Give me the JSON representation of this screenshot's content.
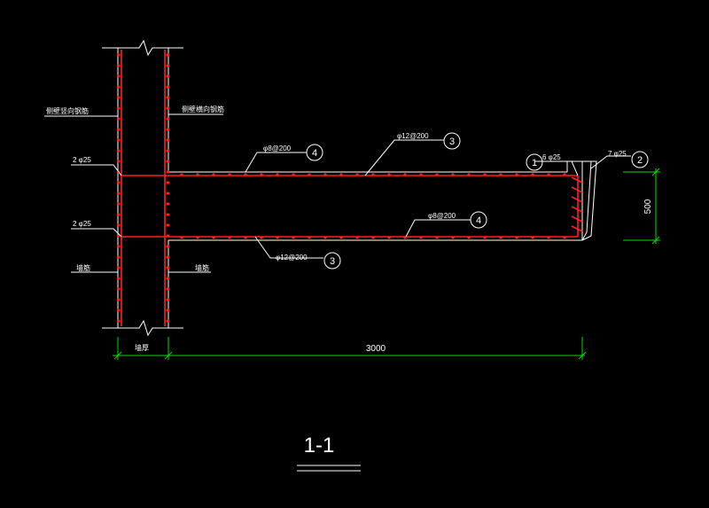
{
  "title": "1-1",
  "colors": {
    "background": "#000000",
    "outline": "#ffffff",
    "rebar": "#ff2020",
    "dimension": "#00dd00"
  },
  "labels": {
    "wall_left_top": "侧壁竖向钢筋",
    "wall_right_top": "侧壁横向钢筋",
    "top_2phi25": "2 φ25",
    "bot_2phi25": "2 φ25",
    "wall_left_mid": "墙筋",
    "wall_right_mid": "墙筋",
    "wall_bottom": "墙厚",
    "top_phi8": "φ8@200",
    "top_phi12": "φ12@200",
    "top_6phi25": "6 φ25",
    "top_7phi25": "7 φ25",
    "bot_phi8": "φ8@200",
    "bot_phi12": "φ12@200"
  },
  "markers": {
    "m1": "1",
    "m2": "2",
    "m3_top": "3",
    "m3_bot": "3",
    "m4_top": "4",
    "m4_bot": "4"
  },
  "dimensions": {
    "span": "3000",
    "depth": "500"
  }
}
